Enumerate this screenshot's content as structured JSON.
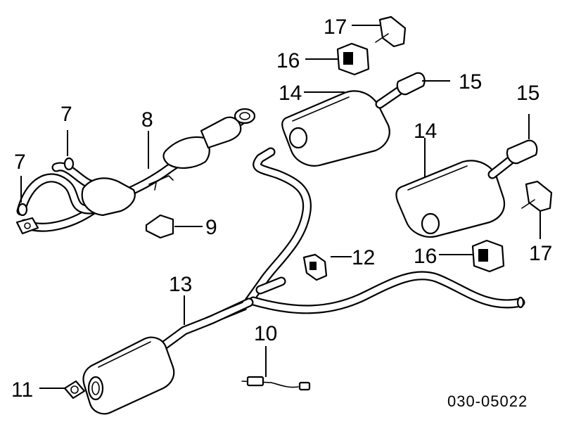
{
  "diagram_code": "030-05022",
  "callouts": {
    "c7a": "7",
    "c7b": "7",
    "c8": "8",
    "c9": "9",
    "c10": "10",
    "c11": "11",
    "c12": "12",
    "c13": "13",
    "c14a": "14",
    "c14b": "14",
    "c15a": "15",
    "c15b": "15",
    "c16a": "16",
    "c16b": "16",
    "c17a": "17",
    "c17b": "17"
  }
}
